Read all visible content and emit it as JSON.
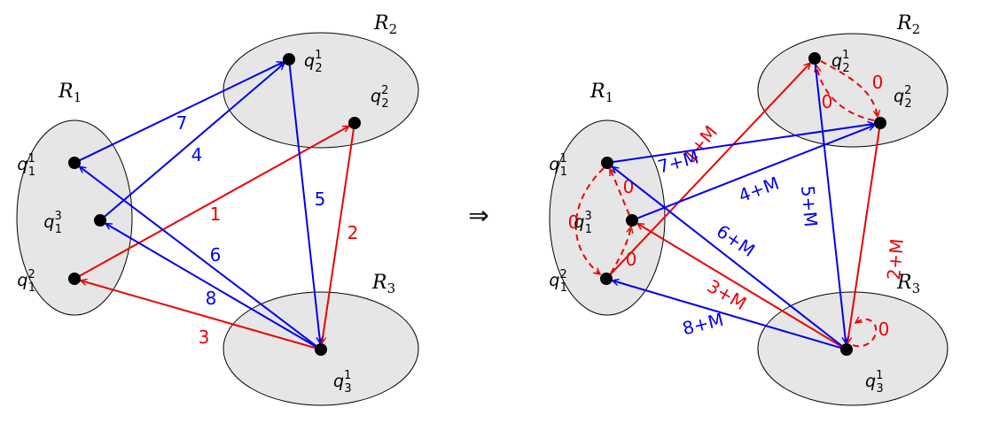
{
  "colors": {
    "blue": "#0000ee",
    "red": "#ee0000",
    "region_fill": "#e6e6e6"
  },
  "implies_symbol": "⇒",
  "left": {
    "regions": [
      {
        "id": "R1",
        "label": "R",
        "sub": "1"
      },
      {
        "id": "R2",
        "label": "R",
        "sub": "2"
      },
      {
        "id": "R3",
        "label": "R",
        "sub": "3"
      }
    ],
    "nodes": [
      {
        "id": "q1_1",
        "base": "q",
        "sub": "1",
        "sup": "1"
      },
      {
        "id": "q1_3",
        "base": "q",
        "sub": "1",
        "sup": "3"
      },
      {
        "id": "q1_2",
        "base": "q",
        "sub": "1",
        "sup": "2"
      },
      {
        "id": "q2_1",
        "base": "q",
        "sub": "2",
        "sup": "1"
      },
      {
        "id": "q2_2",
        "base": "q",
        "sub": "2",
        "sup": "2"
      },
      {
        "id": "q3_1",
        "base": "q",
        "sub": "3",
        "sup": "1"
      }
    ],
    "edges": [
      {
        "from": "q1_2",
        "to": "q2_2",
        "label": "1",
        "color": "red"
      },
      {
        "from": "q2_2",
        "to": "q3_1",
        "label": "2",
        "color": "red"
      },
      {
        "from": "q3_1",
        "to": "q1_2",
        "label": "3",
        "color": "red"
      },
      {
        "from": "q1_3",
        "to": "q2_1",
        "label": "4",
        "color": "blue"
      },
      {
        "from": "q2_1",
        "to": "q3_1",
        "label": "5",
        "color": "blue"
      },
      {
        "from": "q3_1",
        "to": "q1_1",
        "label": "6",
        "color": "blue"
      },
      {
        "from": "q1_1",
        "to": "q2_1",
        "label": "7",
        "color": "blue"
      },
      {
        "from": "q3_1",
        "to": "q1_3",
        "label": "8",
        "color": "blue"
      }
    ]
  },
  "right": {
    "regions": [
      {
        "id": "R1",
        "label": "R",
        "sub": "1"
      },
      {
        "id": "R2",
        "label": "R",
        "sub": "2"
      },
      {
        "id": "R3",
        "label": "R",
        "sub": "3"
      }
    ],
    "nodes": [
      {
        "id": "q1_1",
        "base": "q",
        "sub": "1",
        "sup": "1"
      },
      {
        "id": "q1_3",
        "base": "q",
        "sub": "1",
        "sup": "3"
      },
      {
        "id": "q1_2",
        "base": "q",
        "sub": "1",
        "sup": "2"
      },
      {
        "id": "q2_1",
        "base": "q",
        "sub": "2",
        "sup": "1"
      },
      {
        "id": "q2_2",
        "base": "q",
        "sub": "2",
        "sup": "2"
      },
      {
        "id": "q3_1",
        "base": "q",
        "sub": "3",
        "sup": "1"
      }
    ],
    "edges": [
      {
        "from": "q1_2",
        "to": "q2_1",
        "label": "1+M",
        "color": "red"
      },
      {
        "from": "q2_2",
        "to": "q3_1",
        "label": "2+M",
        "color": "red"
      },
      {
        "from": "q3_1",
        "to": "q1_3",
        "label": "3+M",
        "color": "red"
      },
      {
        "from": "q1_3",
        "to": "q2_2",
        "label": "4+M",
        "color": "blue"
      },
      {
        "from": "q2_1",
        "to": "q3_1",
        "label": "5+M",
        "color": "blue"
      },
      {
        "from": "q3_1",
        "to": "q1_2",
        "label": "6+M",
        "color": "blue"
      },
      {
        "from": "q1_1",
        "to": "q2_2",
        "label": "7+M",
        "color": "blue"
      },
      {
        "from": "q3_1",
        "to": "q1_1",
        "label": "8+M",
        "color": "blue"
      }
    ],
    "zero_edges": [
      {
        "from": "q1_1",
        "to": "q1_2",
        "label": "0"
      },
      {
        "from": "q1_3",
        "to": "q1_1",
        "label": "0"
      },
      {
        "from": "q1_2",
        "to": "q1_3",
        "label": "0"
      },
      {
        "from": "q2_1",
        "to": "q2_2",
        "label": "0"
      },
      {
        "from": "q2_2",
        "to": "q2_1",
        "label": "0"
      },
      {
        "from": "q3_1",
        "to": "q3_1",
        "label": "0"
      }
    ]
  }
}
